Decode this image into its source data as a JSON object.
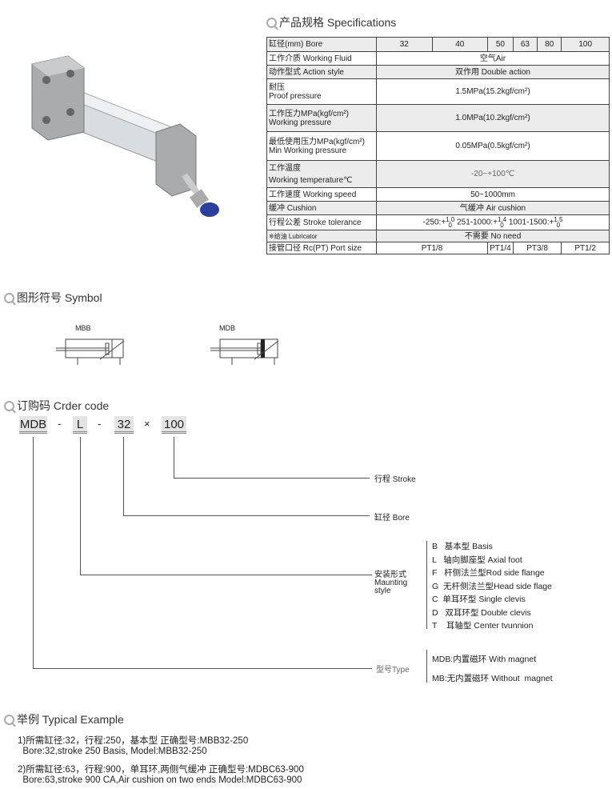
{
  "spec": {
    "title": "产品规格 Specifications",
    "bore_label": "缸径(mm) Bore",
    "bores": [
      "32",
      "40",
      "50",
      "63",
      "80",
      "100"
    ],
    "rows": [
      {
        "label": "工作介质 Working Fluid",
        "value": "空气Air"
      },
      {
        "label": "动作型式 Action style",
        "value": "双作用 Double action"
      },
      {
        "label": "耐压",
        "label2": "Proof pressure",
        "value": "1.5MPa(15.2kgf/cm²)"
      },
      {
        "label": "工作压力MPa(kgf/cm²)",
        "label2": "Working pressure",
        "value": "1.0MPa(10.2kgf/cm²)"
      },
      {
        "label": "最低使用压力MPa(kgf/cm²)",
        "label2": "Min Working pressure",
        "value": "0.05MPa(0.5kgf/cm²)"
      },
      {
        "label": "工作温度",
        "label2": "Working temperature℃",
        "value": "-20~+100℃"
      },
      {
        "label": "工作速度 Working speed",
        "value": "50~1000mm"
      },
      {
        "label": "缓冲 Cushion",
        "value": "气缓冲 Air cushion"
      },
      {
        "label": "行程公差 Stroke tolerance",
        "t1": "-250:+",
        "t2": "251-1000:+",
        "t3": "1001-1500:+",
        "u1": "1.0",
        "u2": "1.4",
        "u3": "1.5",
        "l": "0"
      },
      {
        "label": "※给油 Lubricator",
        "value": "不需要 No need"
      },
      {
        "label": "接管口径 Rc(PT) Port size",
        "ports": [
          "PT1/8",
          "PT1/4",
          "PT3/8",
          "PT1/2"
        ]
      }
    ]
  },
  "symbol": {
    "title": "图形符号 Symbol",
    "a": "MBB",
    "b": "MDB"
  },
  "order": {
    "title": "订购码 Crder code",
    "code": [
      "MDB",
      "-",
      "L",
      "-",
      "32",
      "×",
      "100"
    ],
    "stroke": "行程 Stroke",
    "bore": "缸径 Bore",
    "mount": "安装形式",
    "mount2": "Maunting",
    "mount3": "style",
    "type": "型号Type",
    "styles": [
      "B   基本型 Basis",
      "L   轴向脚座型 Axial foot",
      "F   杆侧法兰型Rod side flange",
      "G  无杆侧法兰型Head side flage",
      "C  单耳环型 Single clevis",
      "D   双耳环型 Double clevis",
      "T    耳轴型 Center tvunnion"
    ],
    "types": [
      "MDB:内置磁环 With magnet",
      "MB:无内置磁环 Without  magnet"
    ]
  },
  "example": {
    "title": "举例 Typical Example",
    "lines": [
      "1)所需缸径:32，行程:250，基本型 正确型号:MBB32-250",
      "  Bore:32,stroke 250 Basis, Model:MBB32-250",
      "2)所需缸径:63，行程:900，单耳环,两侧气缓冲 正确型号:MDBC63-900",
      "  Bore:63,stroke 900 CA,Air cushion on two ends Model:MDBC63-900"
    ]
  }
}
